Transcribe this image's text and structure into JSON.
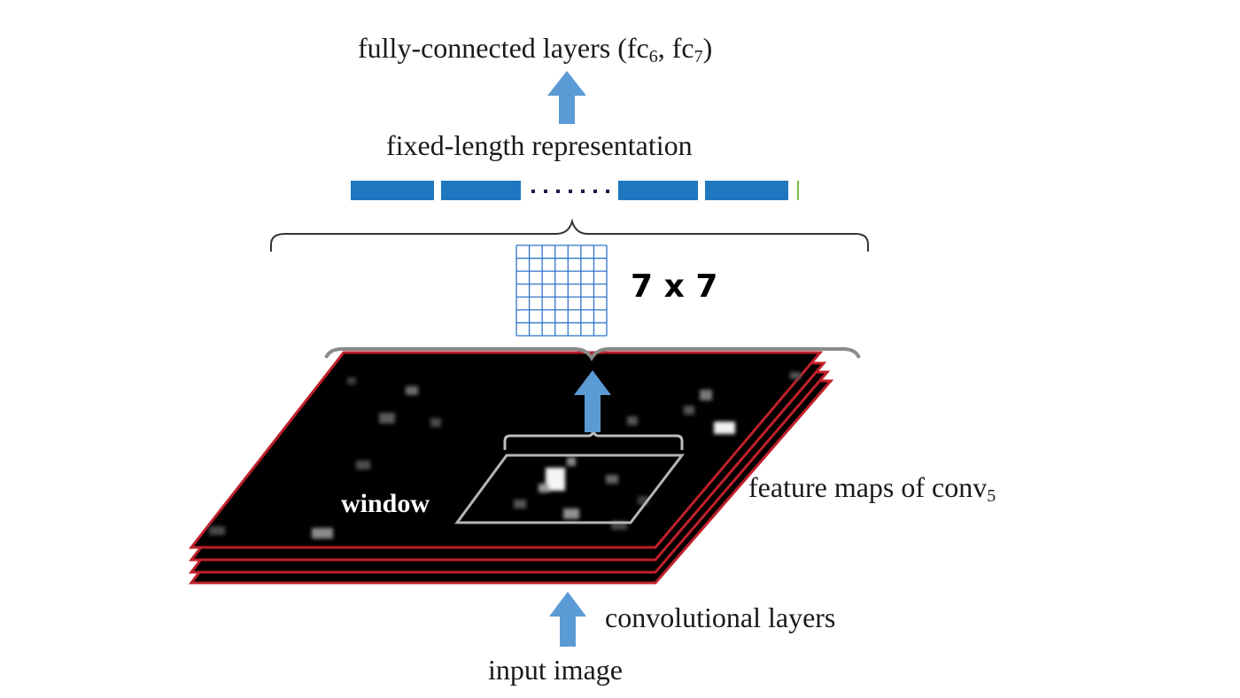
{
  "labels": {
    "fc_main": "fully-connected layers (fc",
    "fc_sub6": "6",
    "fc_mid": ", fc",
    "fc_sub7": "7",
    "fc_end": ")",
    "fixed_length": "fixed-length representation",
    "grid_size": "7 x 7",
    "window": "window",
    "feature_main": "feature maps of conv",
    "feature_sub": "5",
    "conv_layers": "convolutional layers",
    "input_image": "input image"
  },
  "colors": {
    "arrow": "#5b9bd5",
    "bar": "#1f77c0",
    "grid": "#2e75c9",
    "map_fill": "#000000",
    "map_border": "#c0202a",
    "brace": "#333333",
    "window_outline": "#b5b5b5",
    "end_tick": "#7ac143"
  },
  "grid": {
    "rows": 7,
    "cols": 7
  },
  "feature_map_count": 4
}
